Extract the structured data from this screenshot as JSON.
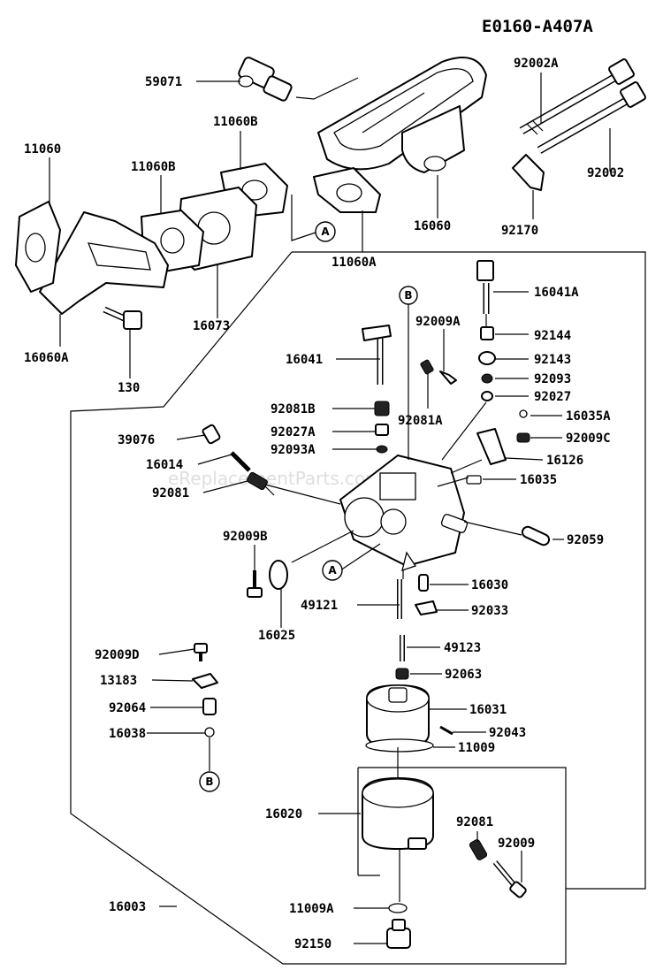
{
  "diagram_code": "E0160-A407A",
  "watermark": "eReplacementParts.com",
  "parts": [
    {
      "id": "p59071",
      "label": "59071"
    },
    {
      "id": "p92002A",
      "label": "92002A"
    },
    {
      "id": "p11060",
      "label": "11060"
    },
    {
      "id": "p11060B_1",
      "label": "11060B"
    },
    {
      "id": "p11060B_2",
      "label": "11060B"
    },
    {
      "id": "p92002",
      "label": "92002"
    },
    {
      "id": "p16060",
      "label": "16060"
    },
    {
      "id": "p92170",
      "label": "92170"
    },
    {
      "id": "p11060A",
      "label": "11060A"
    },
    {
      "id": "p16073",
      "label": "16073"
    },
    {
      "id": "p16060A",
      "label": "16060A"
    },
    {
      "id": "p130",
      "label": "130"
    },
    {
      "id": "p16041A",
      "label": "16041A"
    },
    {
      "id": "p92009A",
      "label": "92009A"
    },
    {
      "id": "p92144",
      "label": "92144"
    },
    {
      "id": "p16041",
      "label": "16041"
    },
    {
      "id": "p92143",
      "label": "92143"
    },
    {
      "id": "p92093",
      "label": "92093"
    },
    {
      "id": "p92027",
      "label": "92027"
    },
    {
      "id": "p92081B",
      "label": "92081B"
    },
    {
      "id": "p92081A",
      "label": "92081A"
    },
    {
      "id": "p92027A",
      "label": "92027A"
    },
    {
      "id": "p16035A",
      "label": "16035A"
    },
    {
      "id": "p39076",
      "label": "39076"
    },
    {
      "id": "p92009C",
      "label": "92009C"
    },
    {
      "id": "p92093A",
      "label": "92093A"
    },
    {
      "id": "p16014",
      "label": "16014"
    },
    {
      "id": "p16126",
      "label": "16126"
    },
    {
      "id": "p16035",
      "label": "16035"
    },
    {
      "id": "p92081",
      "label": "92081"
    },
    {
      "id": "p92009B",
      "label": "92009B"
    },
    {
      "id": "p92059",
      "label": "92059"
    },
    {
      "id": "p16030",
      "label": "16030"
    },
    {
      "id": "p49121",
      "label": "49121"
    },
    {
      "id": "p92033",
      "label": "92033"
    },
    {
      "id": "p16025",
      "label": "16025"
    },
    {
      "id": "p92009D",
      "label": "92009D"
    },
    {
      "id": "p49123",
      "label": "49123"
    },
    {
      "id": "p92063",
      "label": "92063"
    },
    {
      "id": "p13183",
      "label": "13183"
    },
    {
      "id": "p16031",
      "label": "16031"
    },
    {
      "id": "p92064",
      "label": "92064"
    },
    {
      "id": "p92043",
      "label": "92043"
    },
    {
      "id": "p16038",
      "label": "16038"
    },
    {
      "id": "p11009",
      "label": "11009"
    },
    {
      "id": "p16020",
      "label": "16020"
    },
    {
      "id": "p92081b2",
      "label": "92081"
    },
    {
      "id": "p92009",
      "label": "92009"
    },
    {
      "id": "p16003",
      "label": "16003"
    },
    {
      "id": "p11009A",
      "label": "11009A"
    },
    {
      "id": "p92150",
      "label": "92150"
    }
  ],
  "ref_markers": {
    "a_top": "A",
    "a_mid": "A",
    "b_top": "B",
    "b_bottom": "B"
  }
}
